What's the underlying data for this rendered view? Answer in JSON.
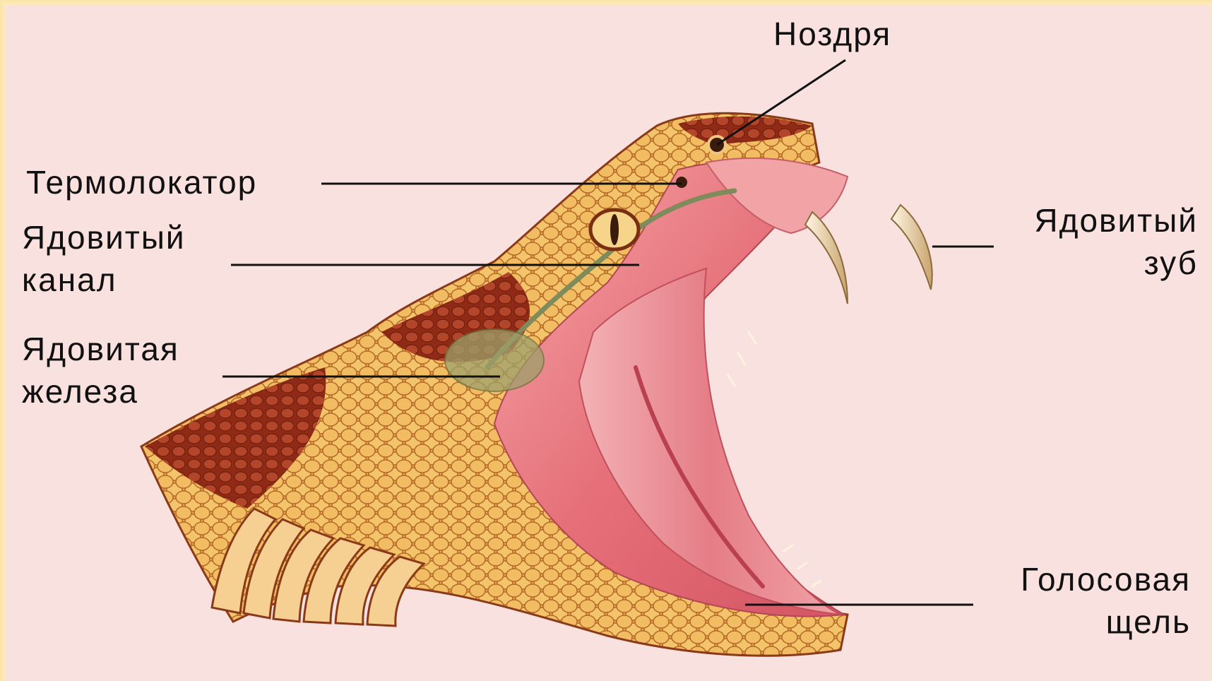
{
  "diagram": {
    "labels": {
      "nostril": "Ноздря",
      "heat_sensor": "Термолокатор",
      "venom_duct": "Ядовитый\nканал",
      "venom_gland": "Ядовитая\nжелеза",
      "fang": "Ядовитый\nзуб",
      "glottis": "Голосовая\nщель"
    },
    "colors": {
      "background": "#f9e1df",
      "frame": "#fbe9b9",
      "scale_light": "#f0b85c",
      "scale_dark": "#a8391d",
      "mouth": "#e8727a",
      "fang": "#f3e4c6",
      "leader_line": "#111111"
    }
  }
}
